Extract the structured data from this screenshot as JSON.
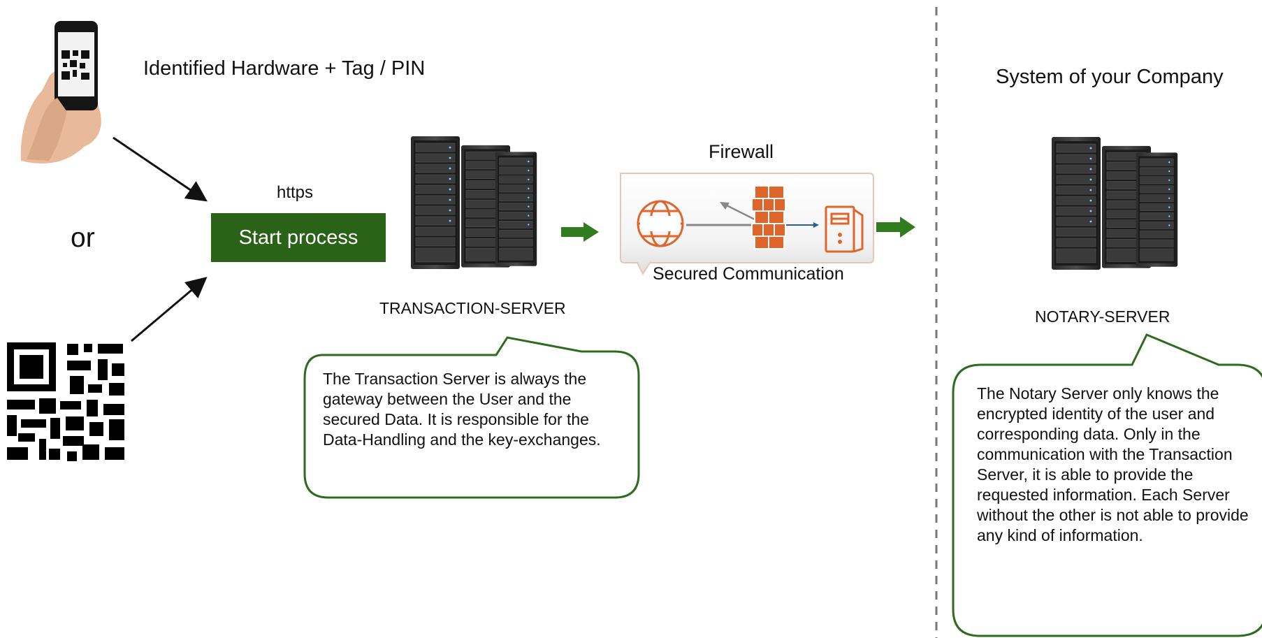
{
  "labels": {
    "hardware": "Identified Hardware + Tag / PIN",
    "or": "or",
    "protocol": "https",
    "start_button": "Start process",
    "firewall": "Firewall",
    "secured_comm": "Secured Communication",
    "transaction_server": "TRANSACTION-SERVER",
    "company_system": "System of your Company",
    "notary_server": "NOTARY-SERVER",
    "www": "WWW"
  },
  "callouts": {
    "transaction": "The Transaction Server is always the gateway between the User and the secured Data. It is responsible for the Data-Handling and the key-exchanges.",
    "notary": "The Notary Server only knows the encrypted identity of the user and corresponding data. Only in the communication with the Transaction Server, it is able to provide the requested information. Each Server without the other is not able to provide any kind of information."
  },
  "colors": {
    "button_green": "#2a6318",
    "arrow_green": "#2f7d1f",
    "callout_border": "#2f6b1f",
    "firewall_orange": "#e0652a",
    "divider": "#777777"
  },
  "icons": {
    "phone": "smartphone-qr-icon",
    "qr": "qr-code-icon",
    "server": "server-rack-icon",
    "globe": "globe-icon",
    "wall": "brick-wall-icon",
    "computer": "computer-tower-icon"
  }
}
